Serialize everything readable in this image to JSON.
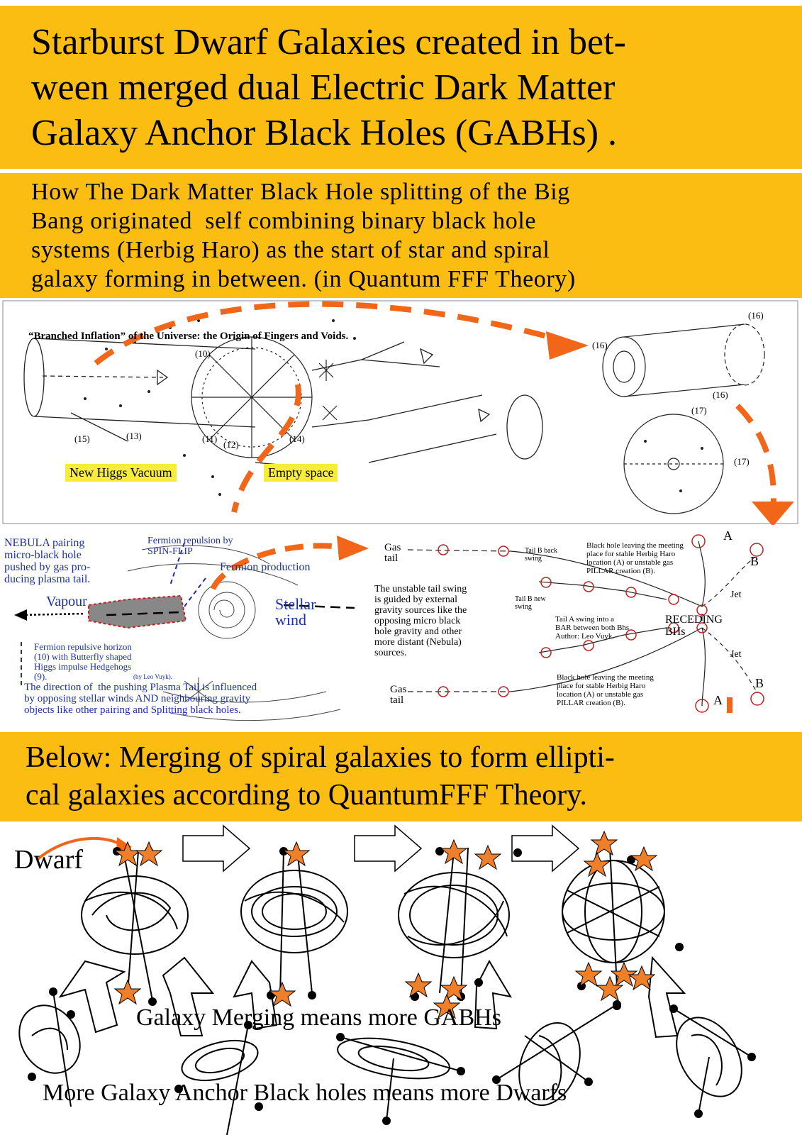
{
  "title": "Starburst Dwarf Galaxies created in bet-\nween merged dual Electric Dark Matter\nGalaxy Anchor Black Holes (GABHs) .",
  "subtitle": "How The Dark Matter Black Hole splitting of the Big\nBang originated  self combining binary black hole\nsystems (Herbig Haro) as the start of star and spiral\ngalaxy forming in between. (in Quantum FFF Theory)",
  "inflation": {
    "heading": "“Branched Inflation” of the Universe: the Origin of Fingers and Voids.",
    "higgs_label": "New Higgs Vacuum",
    "empty_label": "Empty space",
    "numbers": [
      "(10)",
      "(15)",
      "(13)",
      "(11)",
      "(12)",
      "(14)",
      "(16)",
      "(16)",
      "(16)",
      "(17)",
      "(17)"
    ]
  },
  "nebula": {
    "text1": "NEBULA pairing\nmicro-black hole\npushed by gas pro-\nducing plasma tail.",
    "fermion_repulsion": "Fermion repulsion by\nSPIN-FLIP",
    "fermion_production": "Fermion production",
    "vapour": "Vapour",
    "stellar_wind": "Stellar\nwind",
    "horizon": "Fermion repulsive horizon\n(10) with Butterfly shaped\nHiggs impulse Hedgehogs\n(9).",
    "by": "(by Leo Vuyk).",
    "direction": "The direction of  the pushing Plasma Tail is influenced\nby opposing stellar winds AND neighbouring gravity\nobjects like other pairing and Splitting black holes."
  },
  "herbig": {
    "gas_tail_top": "Gas\ntail",
    "gas_tail_bottom": "Gas\ntail",
    "tail_b_back": "Tail B back\nswing",
    "tail_b_new": "Tail B new\nswing",
    "leaving_top": "Black hole leaving the meeting\nplace for stable Herbig Haro\nlocation (A) or unstable gas\nPILLAR creation (B).",
    "leaving_bottom": "Black hole leaving the meeting\nplace for stable Herbig Haro\nlocation (A) or unstable gas\nPILLAR creation (B).",
    "unstable": "The unstable tail swing\nis guided by external\ngravity sources like the\nopposing micro black\nhole gravity and other\nmore distant (Nebula)\nsources.",
    "tail_a": "Tail A swing into a\nBAR between both Bhs\nAuthor: Leo Vuyk.",
    "receding": "RECEDING\nBHs",
    "jet": "Jet",
    "a": "A",
    "b": "B"
  },
  "below": "Below: Merging of spiral galaxies to form ellipti-\ncal galaxies according to QuantumFFF Theory.",
  "merging": {
    "dwarf": "Dwarf",
    "caption1": "Galaxy Merging means more GABHs",
    "caption2": "More Galaxy Anchor Black holes means more Dwarfs"
  },
  "colors": {
    "band": "#fbbd12",
    "orange": "#f2661a",
    "star": "#f07f2a",
    "highlight": "#f6ec3a",
    "blue": "#1b2fa8"
  }
}
